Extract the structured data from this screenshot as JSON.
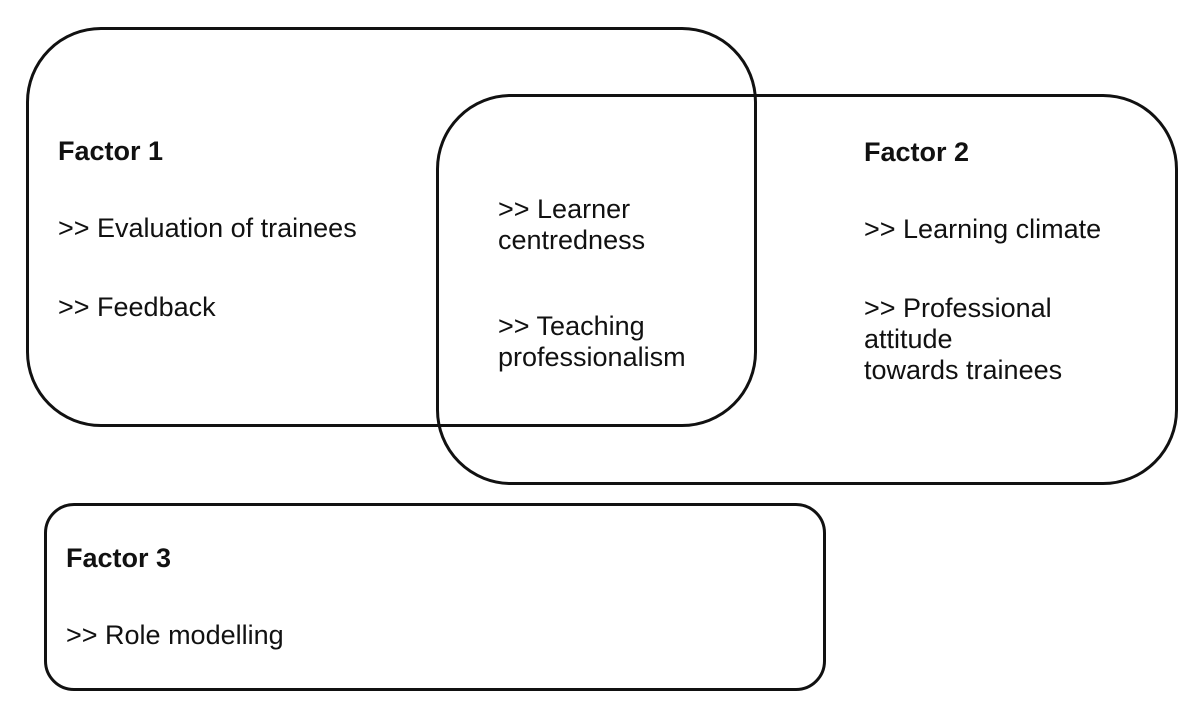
{
  "factor1": {
    "title": "Factor 1",
    "items": [
      ">> Evaluation of trainees",
      ">> Feedback"
    ]
  },
  "factor2": {
    "title": "Factor 2",
    "items": [
      ">> Learning climate",
      ">> Professional\nattitude\ntowards trainees"
    ]
  },
  "shared": {
    "items": [
      ">> Learner\ncentredness",
      ">> Teaching\nprofessionalism"
    ]
  },
  "factor3": {
    "title": "Factor 3",
    "items": [
      ">> Role modelling"
    ]
  }
}
